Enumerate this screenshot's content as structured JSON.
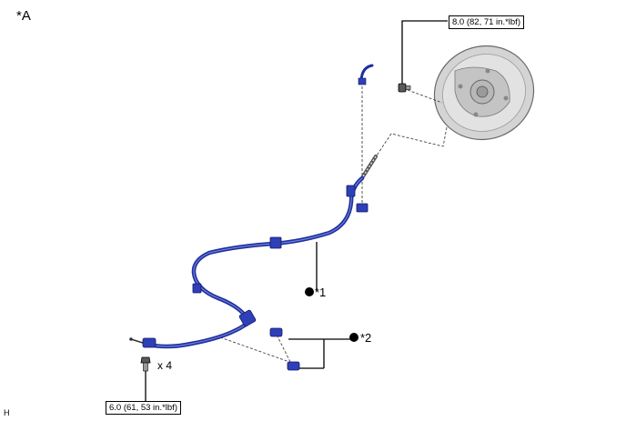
{
  "diagram": {
    "view_label": "*A",
    "torque_top": "8.0 (82, 71 in.*lbf)",
    "torque_bottom": "6.0 (61, 53 in.*lbf)",
    "callout_1": "*1",
    "callout_2": "*2",
    "bolt_quantity": "x 4",
    "illustration_code": "H"
  },
  "colors": {
    "cable": "#1f2f9e",
    "cable_highlight": "#6f80d8",
    "clamp": "#2f3fb8",
    "backing_plate": "#d4d4d4",
    "leader": "#000000"
  }
}
